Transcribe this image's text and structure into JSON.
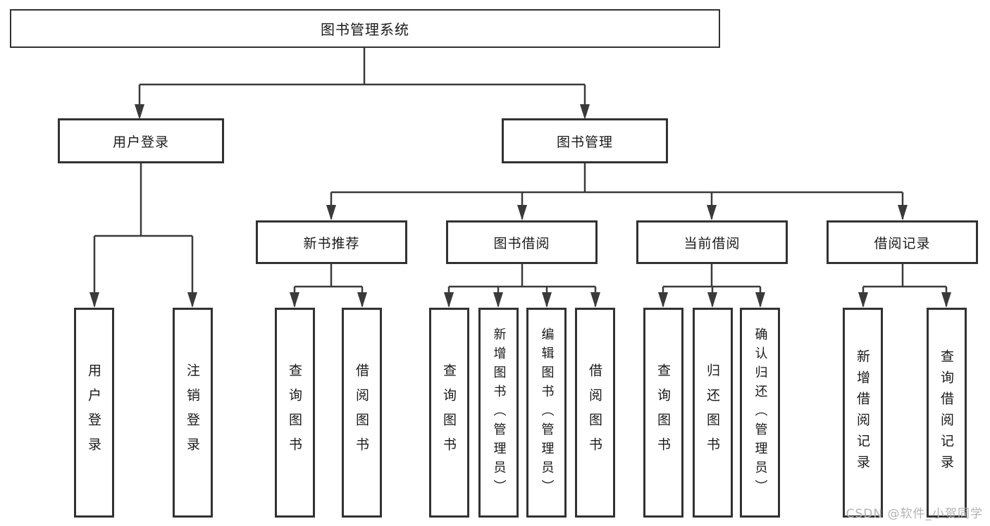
{
  "diagram": {
    "title": "图书管理系统",
    "root": {
      "label": "图书管理系统"
    },
    "level2": [
      {
        "label": "用户登录"
      },
      {
        "label": "图书管理"
      }
    ],
    "level3": [
      {
        "label": "新书推荐"
      },
      {
        "label": "图书借阅"
      },
      {
        "label": "当前借阅"
      },
      {
        "label": "借阅记录"
      }
    ],
    "leaves": [
      {
        "label": "用户登录",
        "parent": "用户登录"
      },
      {
        "label": "注销登录",
        "parent": "用户登录"
      },
      {
        "label": "查询图书",
        "parent": "新书推荐"
      },
      {
        "label": "借阅图书",
        "parent": "新书推荐"
      },
      {
        "label": "查询图书",
        "parent": "图书借阅"
      },
      {
        "label": "新增图书（管理员）",
        "parent": "图书借阅"
      },
      {
        "label": "编辑图书（管理员）",
        "parent": "图书借阅"
      },
      {
        "label": "借阅图书",
        "parent": "图书借阅"
      },
      {
        "label": "查询图书",
        "parent": "当前借阅"
      },
      {
        "label": "归还图书",
        "parent": "当前借阅"
      },
      {
        "label": "确认归还（管理员）",
        "parent": "当前借阅"
      },
      {
        "label": "新增借阅记录",
        "parent": "借阅记录"
      },
      {
        "label": "查询借阅记录",
        "parent": "借阅记录"
      }
    ]
  },
  "watermark": {
    "text": "CSDN @软件_小贺同学"
  },
  "colors": {
    "line": "#3a3a3a",
    "box_border": "#323232",
    "text": "#1a1a1a",
    "background": "#ffffff",
    "watermark": "#b3b3b3"
  }
}
